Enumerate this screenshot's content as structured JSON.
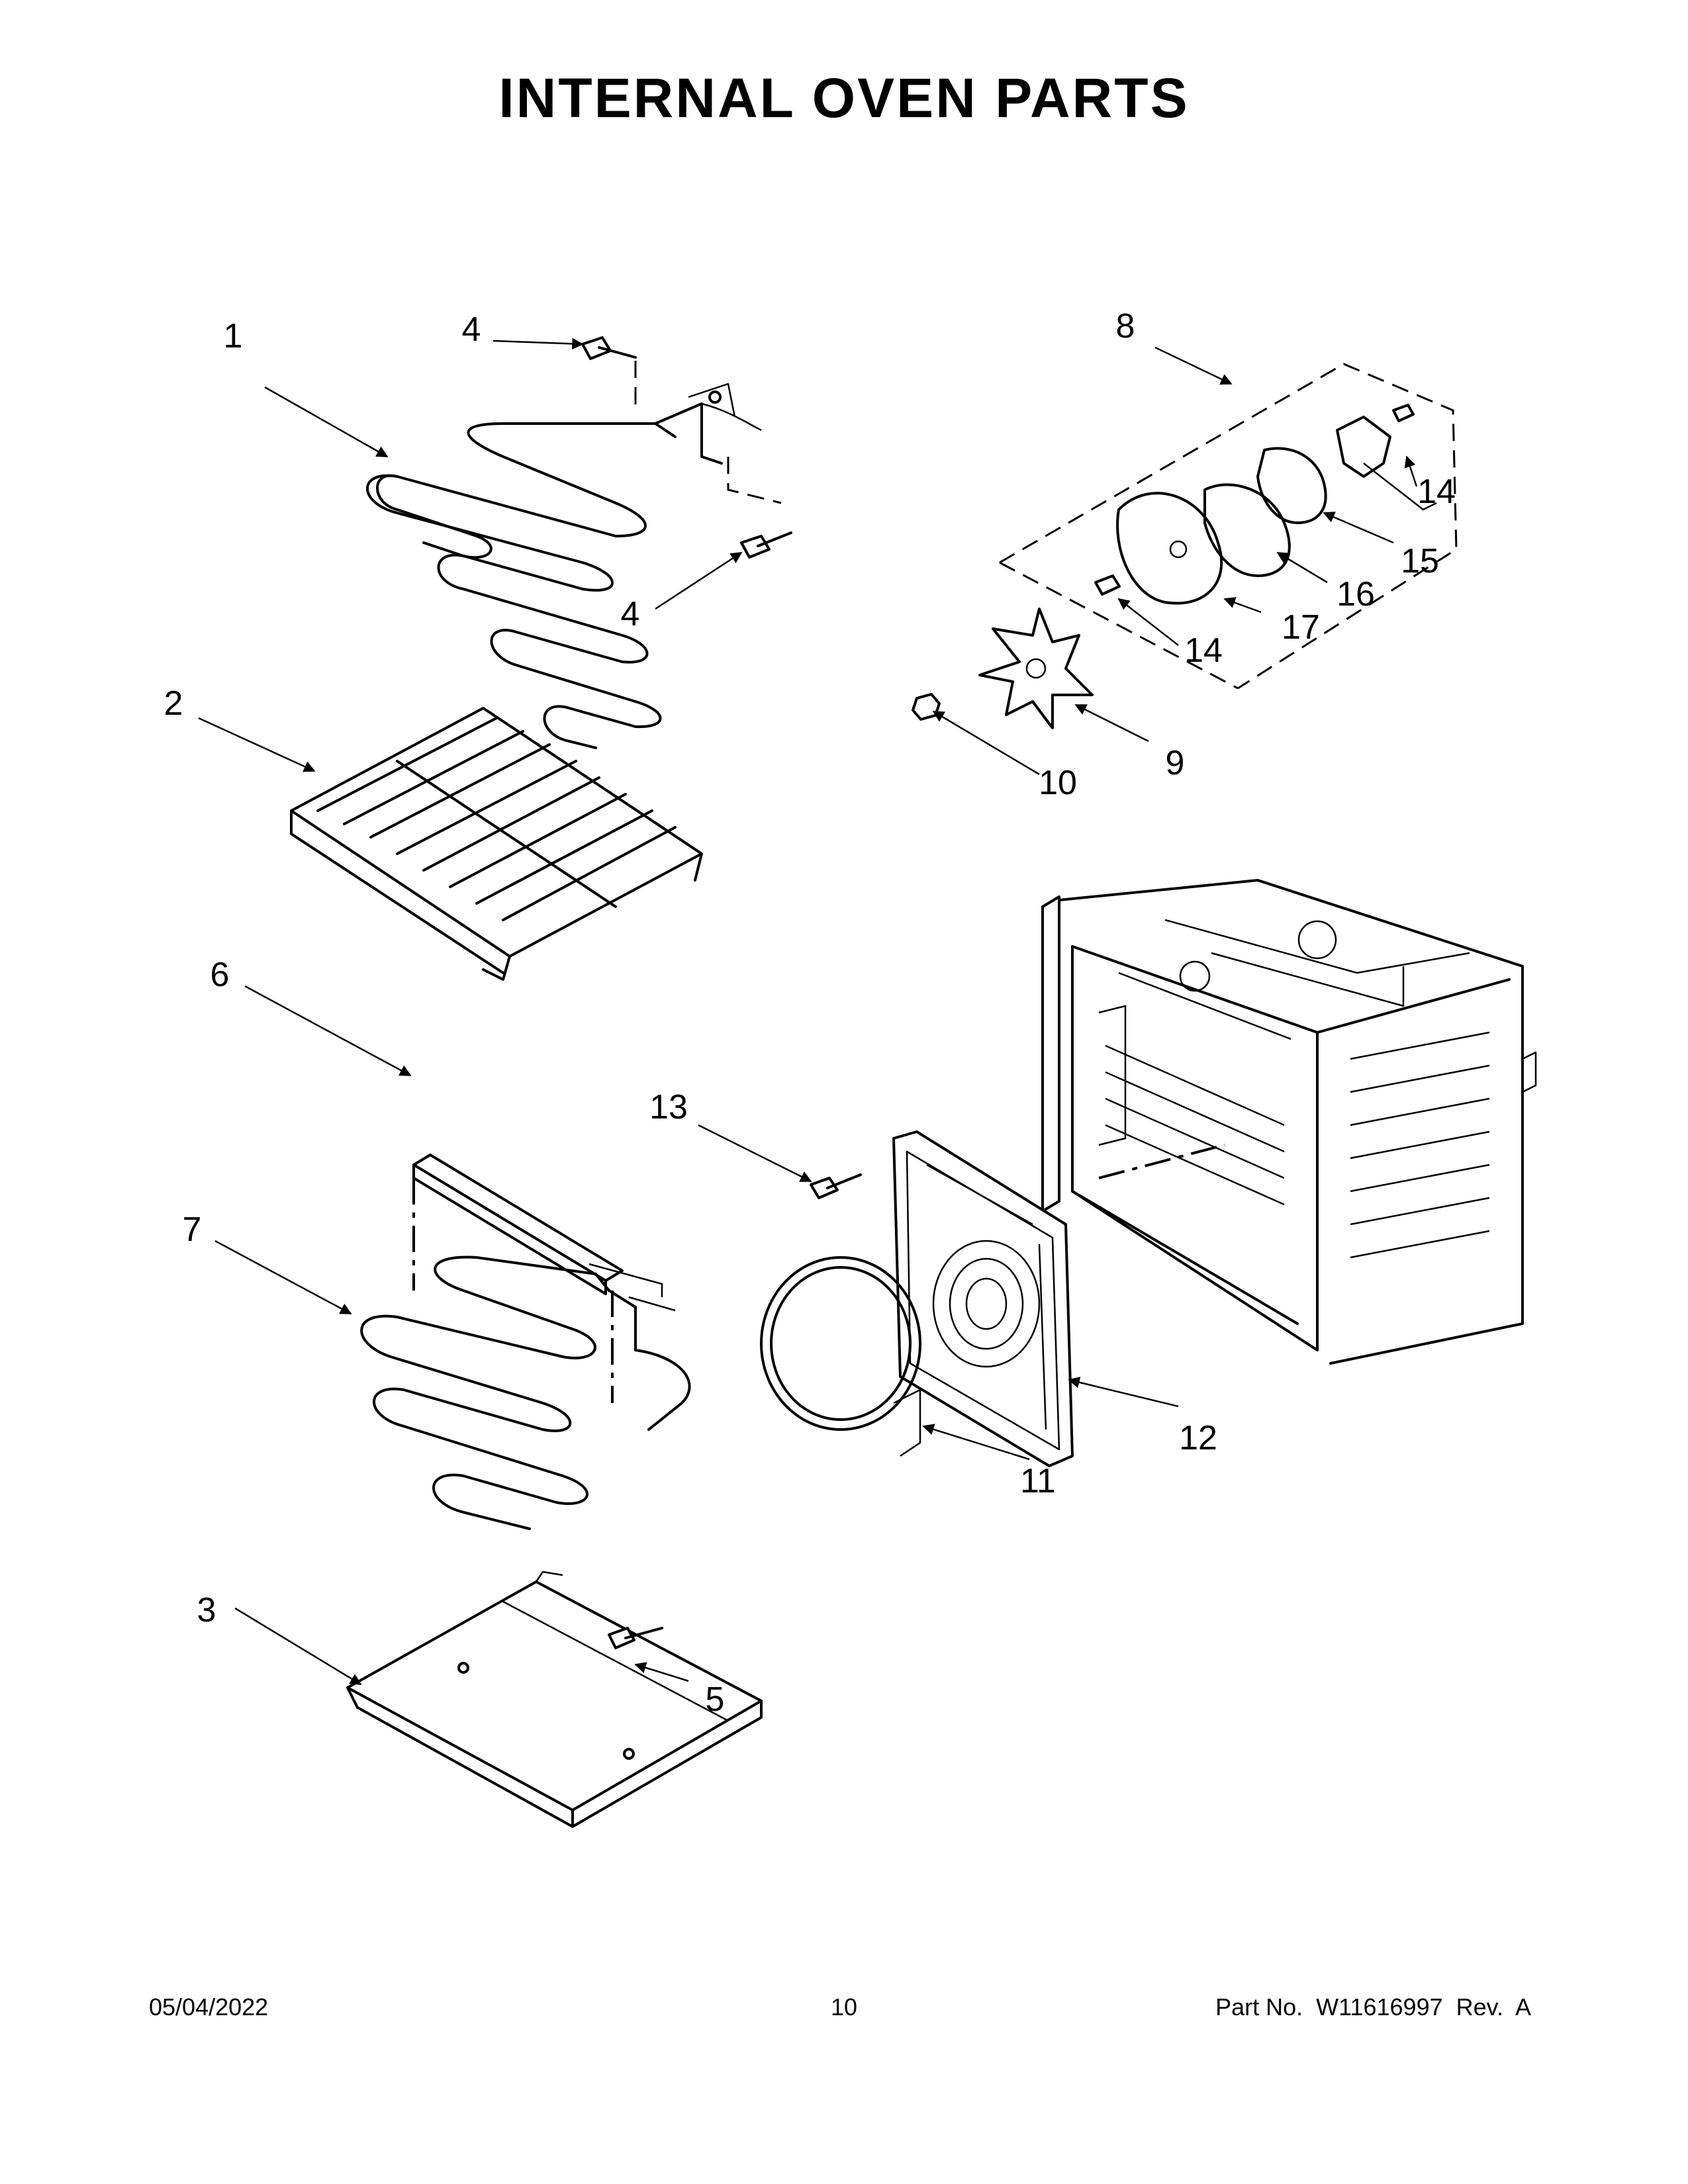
{
  "title": "INTERNAL OVEN PARTS",
  "callouts": [
    {
      "id": "c1",
      "label": "1"
    },
    {
      "id": "c2",
      "label": "2"
    },
    {
      "id": "c3",
      "label": "3"
    },
    {
      "id": "c4a",
      "label": "4"
    },
    {
      "id": "c4b",
      "label": "4"
    },
    {
      "id": "c5",
      "label": "5"
    },
    {
      "id": "c6",
      "label": "6"
    },
    {
      "id": "c7",
      "label": "7"
    },
    {
      "id": "c8",
      "label": "8"
    },
    {
      "id": "c9",
      "label": "9"
    },
    {
      "id": "c10",
      "label": "10"
    },
    {
      "id": "c11",
      "label": "11"
    },
    {
      "id": "c12",
      "label": "12"
    },
    {
      "id": "c13",
      "label": "13"
    },
    {
      "id": "c14a",
      "label": "14"
    },
    {
      "id": "c14b",
      "label": "14"
    },
    {
      "id": "c15",
      "label": "15"
    },
    {
      "id": "c16",
      "label": "16"
    },
    {
      "id": "c17",
      "label": "17"
    }
  ],
  "footer": {
    "date": "05/04/2022",
    "page": "10",
    "part_no": "Part No.  W11616997  Rev.  A"
  }
}
